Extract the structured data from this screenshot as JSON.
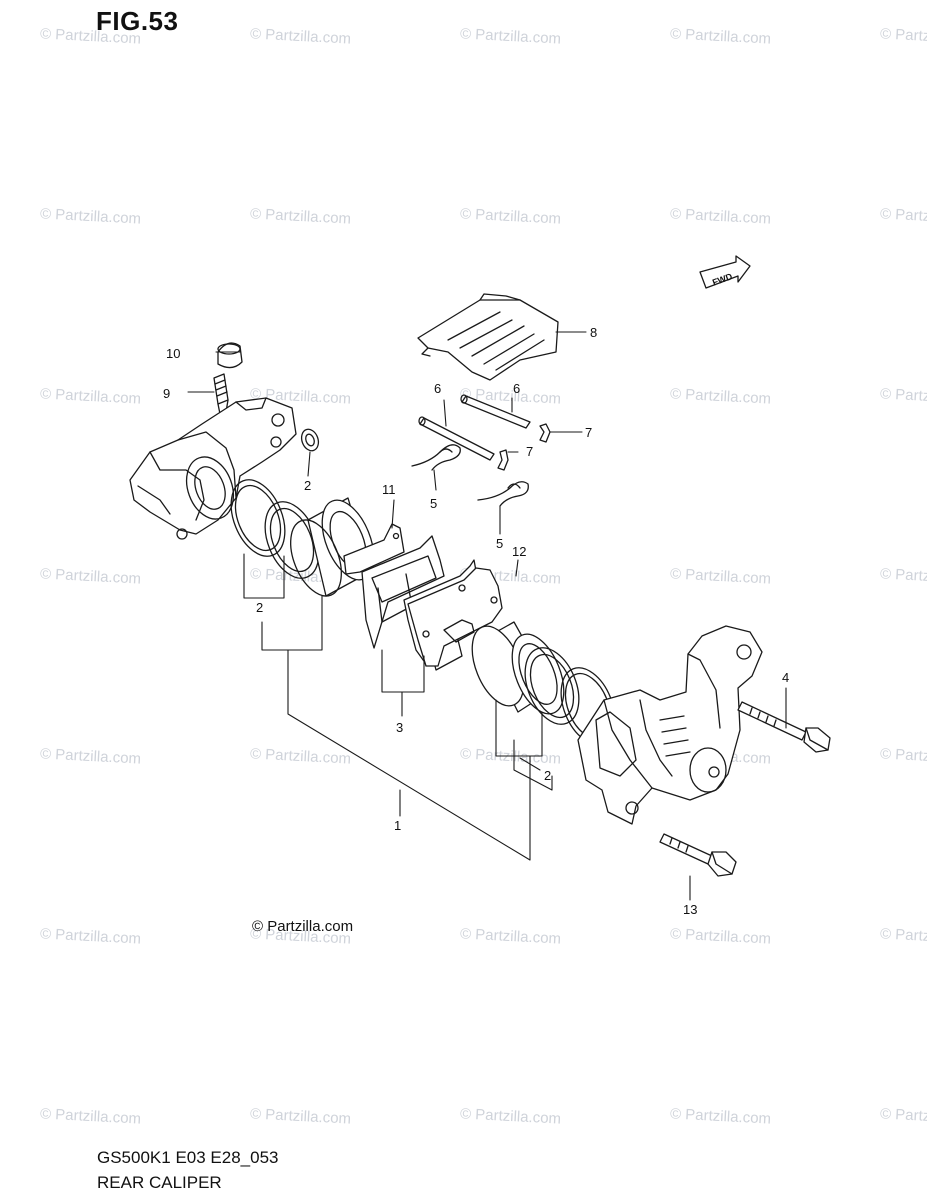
{
  "figure": {
    "title": "FIG.53",
    "model_code": "GS500K1 E03 E28_053",
    "caption": "REAR CALIPER",
    "fineprint_line1": "",
    "fineprint_line2": ""
  },
  "copyright": "© Partzilla.com",
  "watermark_text": "© Partzilla.com",
  "direction_marker": "FWD",
  "callouts": {
    "c1": "1",
    "c2a": "2",
    "c2b": "2",
    "c2c": "2",
    "c3": "3",
    "c4": "4",
    "c5a": "5",
    "c5b": "5",
    "c6a": "6",
    "c6b": "6",
    "c7a": "7",
    "c7b": "7",
    "c8": "8",
    "c9": "9",
    "c10": "10",
    "c11": "11",
    "c12": "12",
    "c13": "13"
  },
  "colors": {
    "line": "#1a1a1a",
    "watermark": "#cfd3da"
  }
}
